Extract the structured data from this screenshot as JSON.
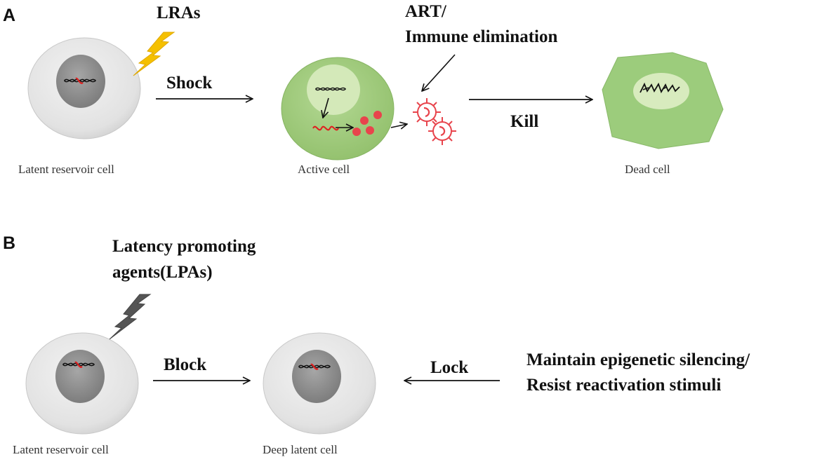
{
  "panel_a": {
    "letter": "A",
    "trigger_label": "LRAs",
    "shock_label": "Shock",
    "art_label_line1": "ART/",
    "art_label_line2": "Immune elimination",
    "kill_label": "Kill",
    "cells": [
      {
        "caption": "Latent reservoir cell"
      },
      {
        "caption": "Active cell"
      },
      {
        "caption": "Dead cell"
      }
    ]
  },
  "panel_b": {
    "letter": "B",
    "trigger_label_line1": "Latency promoting",
    "trigger_label_line2": "agents(LPAs)",
    "block_label": "Block",
    "lock_label": "Lock",
    "note_line1": "Maintain epigenetic silencing/",
    "note_line2": "Resist reactivation stimuli",
    "cells": [
      {
        "caption": "Latent reservoir cell"
      },
      {
        "caption": "Deep latent  cell"
      }
    ]
  },
  "colors": {
    "cell_grey": "#e6e6e6",
    "nucleus_grey": "#8f8f8f",
    "active_green": "#a4cf80",
    "dead_green": "#9ccc7c",
    "virus_red": "#e8444c",
    "lightning_yellow": "#f5c000",
    "lightning_grey": "#555555"
  }
}
